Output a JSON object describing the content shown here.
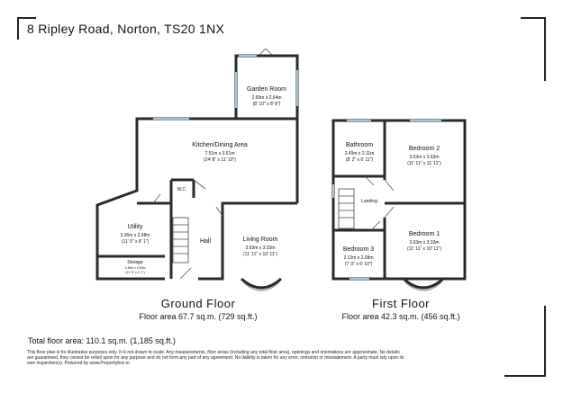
{
  "address": "8 Ripley Road, Norton, TS20 1NX",
  "ground_floor": {
    "title": "Ground Floor",
    "area": "Floor area 67.7 sq.m. (729 sq.ft.)",
    "rooms": {
      "garden_room": {
        "name": "Garden Room",
        "metric": "2.69m x 2.64m",
        "imperial": "(8' 10\" x 8' 8\")"
      },
      "kitchen": {
        "name": "Kitchen/Dining Area",
        "metric": "7.51m x 3.61m",
        "imperial": "(24' 8\" x 11' 10\")"
      },
      "wc": {
        "name": "W.C."
      },
      "utility": {
        "name": "Utility",
        "metric": "3.36m x 2.48m",
        "imperial": "(11' 0\" x 8' 1\")"
      },
      "storage": {
        "name": "Storage",
        "metric": "3.36m x 0.63m",
        "imperial": "(11' 0\" x 2' 1\")"
      },
      "hall": {
        "name": "Hall"
      },
      "living": {
        "name": "Living Room",
        "metric": "3.63m x 3.33m",
        "imperial": "(11' 11\" x 10' 11\")"
      }
    }
  },
  "first_floor": {
    "title": "First Floor",
    "area": "Floor area 42.3 sq.m. (456 sq.ft.)",
    "rooms": {
      "bathroom": {
        "name": "Bathroom",
        "metric": "2.49m x 2.11m",
        "imperial": "(8' 2\" x 6' 11\")"
      },
      "bedroom2": {
        "name": "Bedroom 2",
        "metric": "3.63m x 3.63m",
        "imperial": "(11' 11\" x 11' 11\")"
      },
      "landing": {
        "name": "Landing"
      },
      "bedroom3": {
        "name": "Bedroom 3",
        "metric": "2.13m x 2.08m",
        "imperial": "(7' 0\" x 6' 10\")"
      },
      "bedroom1": {
        "name": "Bedroom 1",
        "metric": "3.63m x 3.33m",
        "imperial": "(11' 11\" x 10' 11\")"
      }
    }
  },
  "total_area": "Total floor area: 110.1 sq.m. (1,185 sq.ft.)",
  "disclaimer": "This floor plan is for illustrative purposes only. It is not drawn to scale. Any measurements, floor areas (including any total floor area), openings and orientations are approximate. No details are guaranteed, they cannot be relied upon for any purpose and do not form any part of any agreement. No liability is taken for any error, omission or misstatement. A party must rely upon its own inspection(s). Powered by www.Propertybox.io"
}
